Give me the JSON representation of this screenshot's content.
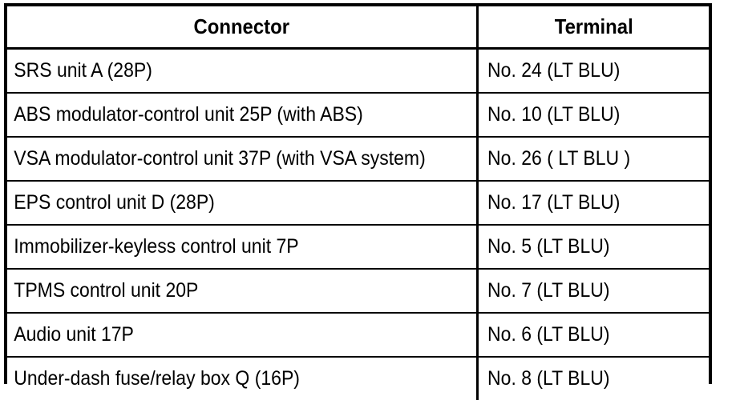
{
  "table": {
    "columns": [
      {
        "key": "connector",
        "label": "Connector",
        "align": "center"
      },
      {
        "key": "terminal",
        "label": "Terminal",
        "align": "center"
      }
    ],
    "rows": [
      {
        "connector": "SRS unit A (28P)",
        "terminal": "No. 24 (LT BLU)"
      },
      {
        "connector": "ABS modulator-control unit 25P (with ABS)",
        "terminal": "No. 10 (LT BLU)"
      },
      {
        "connector": "VSA modulator-control unit 37P (with VSA system)",
        "terminal": "No. 26 ( LT BLU )"
      },
      {
        "connector": "EPS control unit D (28P)",
        "terminal": "No. 17 (LT BLU)"
      },
      {
        "connector": "Immobilizer-keyless control unit 7P",
        "terminal": "No. 5 (LT BLU)"
      },
      {
        "connector": "TPMS control unit 20P",
        "terminal": "No. 7 (LT BLU)"
      },
      {
        "connector": "Audio unit 17P",
        "terminal": "No. 6 (LT BLU)"
      },
      {
        "connector": "Under-dash fuse/relay box Q (16P)",
        "terminal": "No. 8 (LT BLU)"
      }
    ],
    "colors": {
      "border": "#000000",
      "text": "#000000",
      "background": "#ffffff"
    }
  }
}
